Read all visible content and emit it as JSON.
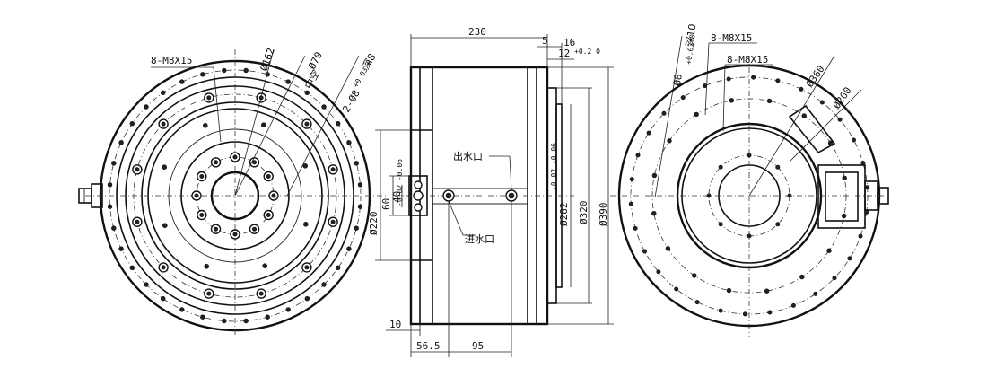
{
  "left_view": {
    "labels": {
      "thread_holes": "8-M8X15",
      "dia_162": "Ø162",
      "dia_70": "Ø70",
      "hollow": "中空",
      "pin_holes": "2-Ø8",
      "pin_tol": "+0.03 0",
      "pin_depth": "深8"
    }
  },
  "middle_view": {
    "dims": {
      "total_length": "230",
      "d5": "5",
      "d16": "16",
      "d12": "12",
      "d12_tol": "+0.2 0",
      "d60": "60",
      "d40": "40",
      "d220": "Ø220",
      "d220_tol": "-0.02 -0.06",
      "d282": "Ø282",
      "d282_tol": "-0.02 -0.06",
      "d320": "Ø320",
      "d390": "Ø390",
      "d10": "10",
      "d56_5": "56.5",
      "d95": "95"
    },
    "labels": {
      "water_outlet": "出水口",
      "water_inlet": "进水口"
    }
  },
  "right_view": {
    "labels": {
      "pin_hole": "Ø8",
      "pin_tol": "+0.03 0",
      "pin_depth": "深10",
      "thread_a": "8-M8X15",
      "thread_b": "8-M8X15",
      "dia_360": "Ø360",
      "dia_260": "Ø260"
    }
  }
}
